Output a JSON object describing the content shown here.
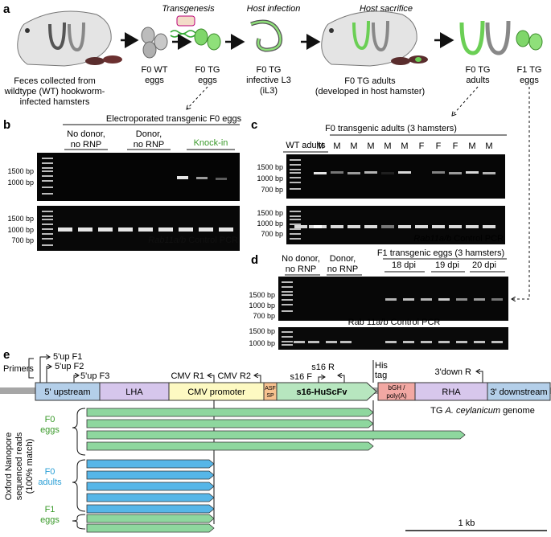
{
  "panel_a": {
    "letter": "a",
    "stages": [
      "Transgenesis",
      "Host infection",
      "Host sacrifice"
    ],
    "captions": {
      "feces": [
        "Feces collected from",
        "wildtype (WT) hookworm-",
        "infected hamsters"
      ],
      "f0wt": [
        "F0 WT",
        "eggs"
      ],
      "f0tg": [
        "F0 TG",
        "eggs"
      ],
      "l3": [
        "F0 TG",
        "infective L3",
        "(iL3)"
      ],
      "adults_host": [
        "F0 TG adults",
        "(developed in host hamster)"
      ],
      "f0tg_adults": [
        "F0 TG",
        "adults"
      ],
      "f1tg_eggs": [
        "F1 TG",
        "eggs"
      ]
    }
  },
  "panel_b": {
    "letter": "b",
    "title": "Electroporated transgenic F0 eggs",
    "groups": [
      [
        "No donor,",
        "no RNP"
      ],
      [
        "Donor,",
        "no RNP"
      ],
      [
        "Knock-in"
      ]
    ],
    "ladder_top": [
      "1500 bp",
      "1000 bp"
    ],
    "ladder_bottom": [
      "1500 bp",
      "1000 bp",
      "700 bp"
    ],
    "control_gene": "Rab11a/b",
    "control_text": "Control PCR"
  },
  "panel_c": {
    "letter": "c",
    "title": "F0 transgenic adults (3 hamsters)",
    "wt_label": "WT adults",
    "sexes": [
      "M",
      "M",
      "M",
      "M",
      "M",
      "M",
      "F",
      "F",
      "F",
      "M",
      "M"
    ],
    "ladder_top": [
      "1500 bp",
      "1000 bp",
      "700 bp"
    ],
    "ladder_bottom": [
      "1500 bp",
      "1000 bp",
      "700 bp"
    ],
    "control_gene": "Rab11a/b",
    "control_text": "Control PCR"
  },
  "panel_d": {
    "letter": "d",
    "title": "F1 transgenic eggs (3 hamsters)",
    "groups": [
      [
        "No donor,",
        "no RNP"
      ],
      [
        "Donor,",
        "no RNP"
      ]
    ],
    "dpi": [
      "18 dpi",
      "19 dpi",
      "20 dpi"
    ],
    "ladder_top": [
      "1500 bp",
      "1000 bp",
      "700 bp"
    ],
    "ladder_bottom": [
      "1500 bp",
      "1000 bp"
    ],
    "control_text": "Rab 11a/b Control PCR"
  },
  "panel_e": {
    "letter": "e",
    "primers_label": "Primers",
    "primers": [
      "5'up F1",
      "5'up F2",
      "5'up F3",
      "CMV R1",
      "CMV R2",
      "s16 R",
      "s16 F",
      "3'down R"
    ],
    "his_tag": [
      "His",
      "tag"
    ],
    "segments": [
      "5' upstream",
      "LHA",
      "CMV promoter",
      "ASF",
      "SP",
      "s16-HuScFv",
      "bGH /",
      "poly(A)",
      "RHA",
      "3' downstream"
    ],
    "genome_italic": "A. ceylanicum",
    "genome_prefix": "TG",
    "genome_suffix": "genome",
    "reads_label": [
      "Oxford Nanopore",
      "sequenced reads",
      "(100% match)"
    ],
    "groups": [
      [
        "F0",
        "eggs"
      ],
      [
        "F0",
        "adults"
      ],
      [
        "F1",
        "eggs"
      ]
    ],
    "scale": "1 kb"
  },
  "colors": {
    "upstream": "#b4cfe9",
    "lha": "#d6c6ec",
    "cmv": "#fdf9c2",
    "asf": "#f7c28f",
    "scfv": "#b7e6bf",
    "bgh": "#f2a8a3",
    "rha": "#d7c7ec",
    "read_green": "#8ed79e",
    "read_blue": "#56b6e8",
    "green_text": "#3a9a2a",
    "blue_text": "#2b9fd6"
  }
}
